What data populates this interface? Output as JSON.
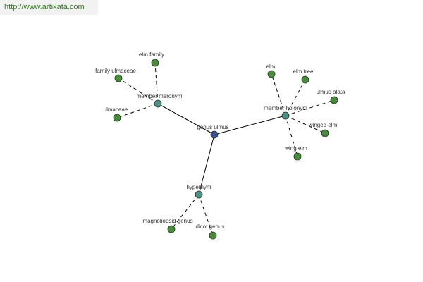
{
  "watermark": "http://www.artikata.com",
  "colors": {
    "center_node": "#3b4d8f",
    "relation_node": "#4f8f8a",
    "leaf_node": "#4a8a3c",
    "solid_edge": "#000000",
    "dashed_edge": "#000000",
    "label_text": "#333333",
    "watermark_bg": "#f2f2f2",
    "watermark_text": "#3a7a2a"
  },
  "graph": {
    "center": {
      "id": "center",
      "label": "genus ulmus"
    },
    "relations": [
      {
        "id": "member-meronym",
        "label": "member meronym",
        "leaves": [
          {
            "id": "elm-family",
            "label": "elm family"
          },
          {
            "id": "family-ulmaceae",
            "label": "family ulmaceae"
          },
          {
            "id": "ulmaceae",
            "label": "ulmaceae"
          }
        ]
      },
      {
        "id": "member-holonym",
        "label": "member holonym",
        "leaves": [
          {
            "id": "elm",
            "label": "elm"
          },
          {
            "id": "elm-tree",
            "label": "elm tree"
          },
          {
            "id": "ulmus-alata",
            "label": "ulmus alata"
          },
          {
            "id": "winged-elm",
            "label": "winged elm"
          },
          {
            "id": "wing-elm",
            "label": "wing elm"
          }
        ]
      },
      {
        "id": "hypernym",
        "label": "hypernym",
        "leaves": [
          {
            "id": "magnoliopsid-genus",
            "label": "magnoliopsid genus"
          },
          {
            "id": "dicot-genus",
            "label": "dicot genus"
          }
        ]
      }
    ]
  }
}
